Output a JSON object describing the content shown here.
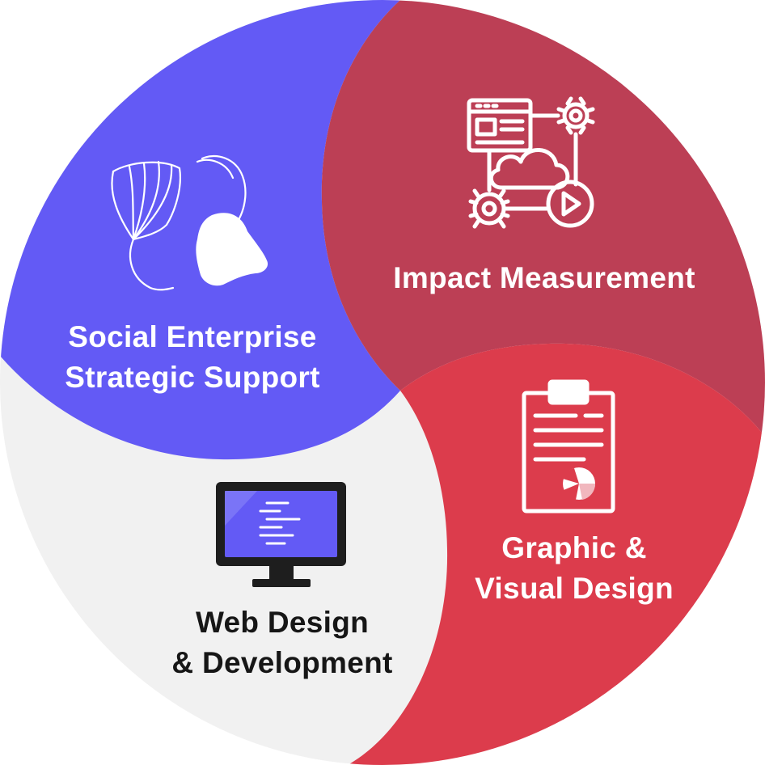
{
  "segments": [
    {
      "id": "social",
      "lines": [
        "Social Enterprise",
        "Strategic Support"
      ],
      "color": "#635AF5",
      "icon": "ginkgo-leaf-and-head-icon"
    },
    {
      "id": "impact",
      "lines": [
        "Impact Measurement"
      ],
      "color": "#BC3F55",
      "icon": "cloud-workflow-icon"
    },
    {
      "id": "graphic",
      "lines": [
        "Graphic &",
        "Visual Design"
      ],
      "color": "#DC3C4C",
      "icon": "clipboard-report-icon"
    },
    {
      "id": "web",
      "lines": [
        "Web Design",
        "& Development"
      ],
      "color": "#F1F1F1",
      "icon": "monitor-code-icon"
    }
  ],
  "icon_colors": {
    "monitor_frame": "#1E1E1E",
    "monitor_screen": "#635AF5",
    "icon_line": "#FFFFFF"
  }
}
